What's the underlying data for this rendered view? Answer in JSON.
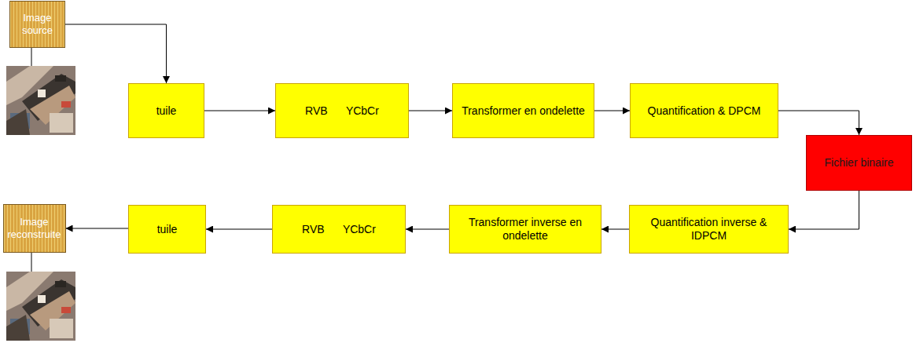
{
  "diagram": {
    "nodes": [
      {
        "text": [
          "Image source"
        ]
      },
      {
        "text": [
          "tuile"
        ]
      },
      {
        "text": [
          "RVB YCbCr"
        ]
      },
      {
        "text": [
          "Transformer en ondelette"
        ]
      },
      {
        "text": [
          "Quantification & DPCM"
        ]
      },
      {
        "text": [
          "Fichier binaire"
        ]
      },
      {
        "text": [
          "Quantification inverse & IDPCM"
        ]
      },
      {
        "text": [
          "Transformer inverse en ondelette"
        ]
      },
      {
        "text": [
          "RVB YCbCr"
        ]
      },
      {
        "text": [
          "tuile"
        ]
      },
      {
        "text": [
          "Image reconstruite"
        ]
      }
    ],
    "edges": [
      {
        "from": 0,
        "to": 1,
        "arrow": "to"
      },
      {
        "from": 1,
        "to": 2,
        "arrow": "to"
      },
      {
        "from": 2,
        "to": 3,
        "arrow": "to"
      },
      {
        "from": 3,
        "to": 4,
        "arrow": "to"
      },
      {
        "from": 4,
        "to": 5,
        "arrow": "to"
      },
      {
        "from": 5,
        "to": 6,
        "arrow": "to"
      },
      {
        "from": 6,
        "to": 7,
        "arrow": "to"
      },
      {
        "from": 7,
        "to": 8,
        "arrow": "to"
      },
      {
        "from": 8,
        "to": 9,
        "arrow": "to"
      },
      {
        "from": 9,
        "to": 10,
        "arrow": "to"
      }
    ]
  }
}
